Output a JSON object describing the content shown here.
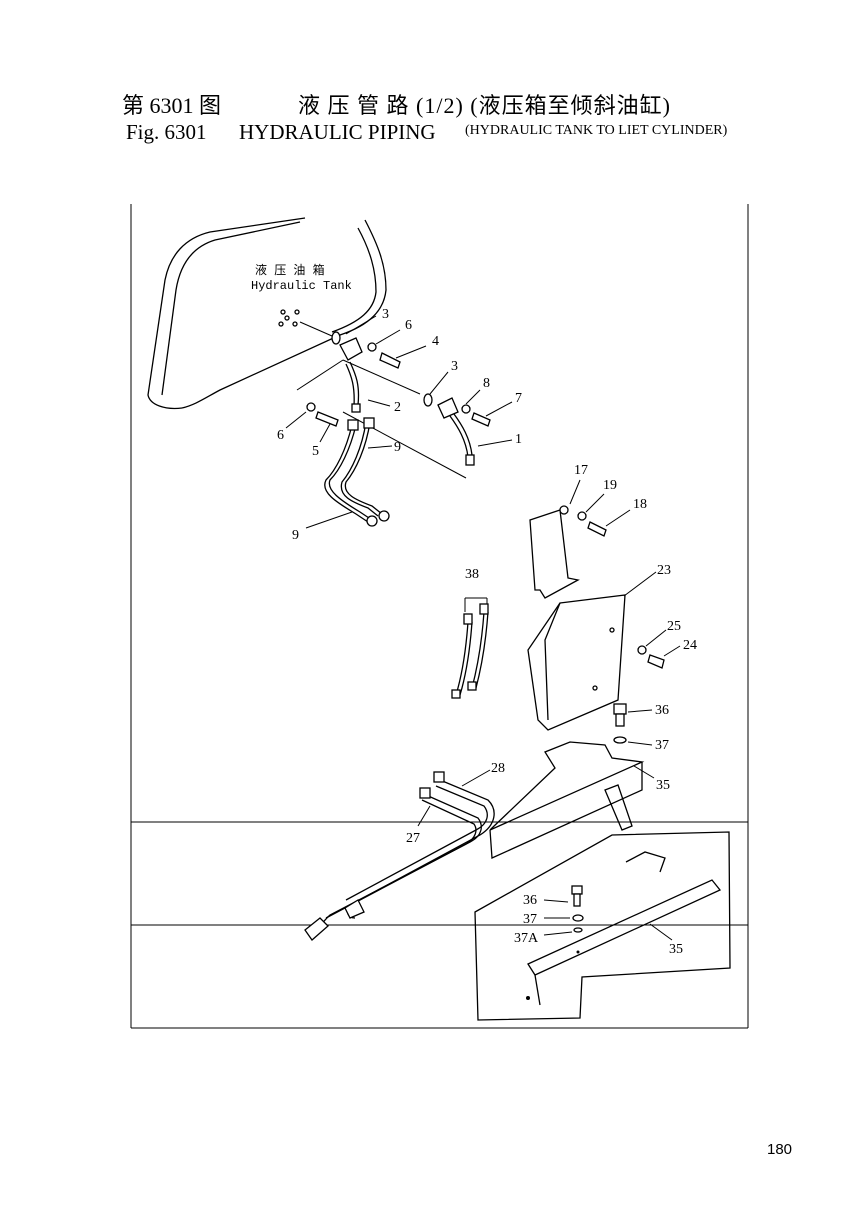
{
  "header": {
    "cn_figure_number": "第 6301 图",
    "cn_title": "液 压 管 路 (1/2) (液压箱至倾斜油缸)",
    "en_figure_number": "Fig. 6301",
    "en_title": "HYDRAULIC PIPING",
    "en_subtitle": "(HYDRAULIC TANK TO LIET CYLINDER)"
  },
  "diagram": {
    "tank_label_cn": "液 压 油 箱",
    "tank_label_en": "Hydraulic Tank",
    "callouts": {
      "c1": "1",
      "c2": "2",
      "c3a": "3",
      "c3b": "3",
      "c4": "4",
      "c5": "5",
      "c6a": "6",
      "c6b": "6",
      "c7": "7",
      "c8": "8",
      "c9a": "9",
      "c9b": "9",
      "c17": "17",
      "c18": "18",
      "c19": "19",
      "c23": "23",
      "c24": "24",
      "c25": "25",
      "c27": "27",
      "c28": "28",
      "c35a": "35",
      "c35b": "35",
      "c36a": "36",
      "c36b": "36",
      "c37a": "37",
      "c37b": "37",
      "c37A": "37A",
      "c38": "38"
    }
  },
  "page_number": "180"
}
